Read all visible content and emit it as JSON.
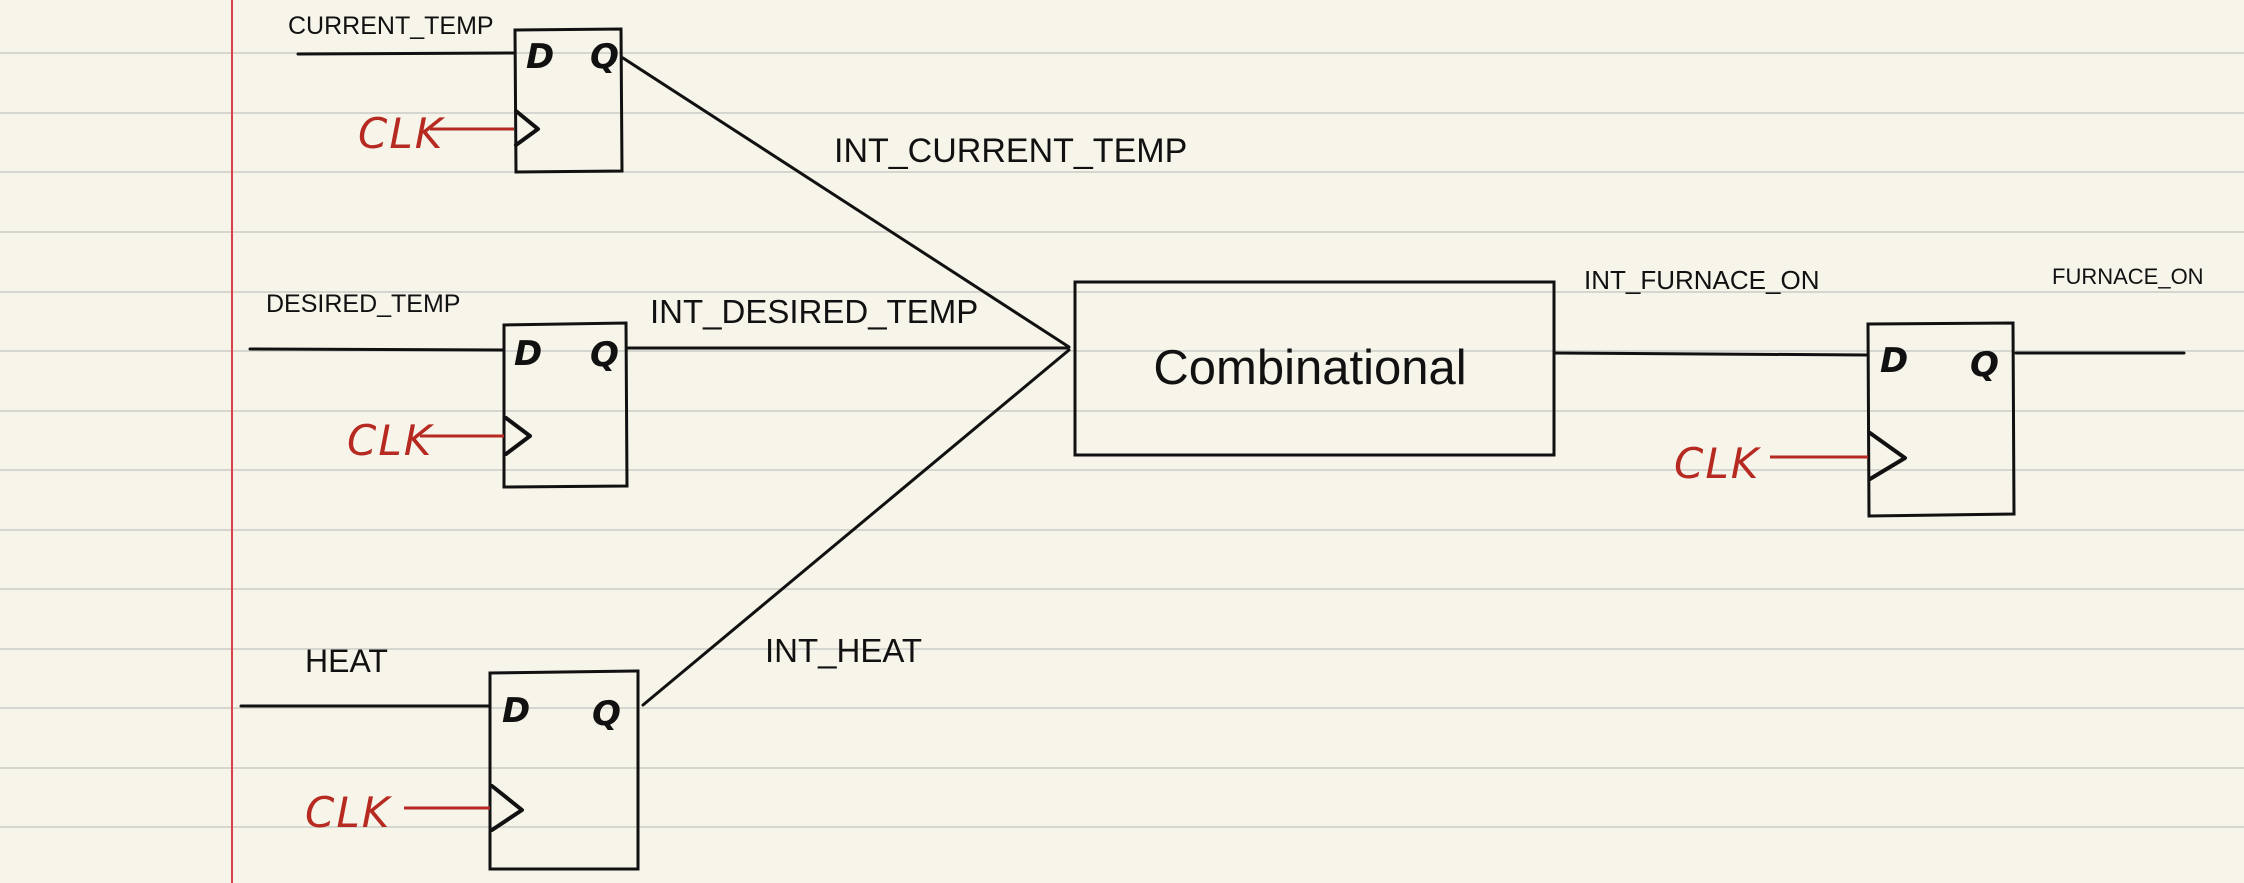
{
  "labels": {
    "current_temp": "CURRENT_TEMP",
    "desired_temp": "DESIRED_TEMP",
    "heat": "HEAT",
    "int_current_temp": "INT_CURRENT_TEMP",
    "int_desired_temp": "INT_DESIRED_TEMP",
    "int_heat": "INT_HEAT",
    "int_furnace_on": "INT_FURNACE_ON",
    "furnace_on": "FURNACE_ON",
    "combinational": "Combinational"
  },
  "flipflop_pins": {
    "d": "D",
    "q": "Q"
  },
  "clock_label": "CLK",
  "colors": {
    "paper": "#f7f4ea",
    "ruled_line": "#d6d6d0",
    "margin_line": "#d9424a",
    "ink": "#111111",
    "clock_ink": "#b62a22"
  }
}
